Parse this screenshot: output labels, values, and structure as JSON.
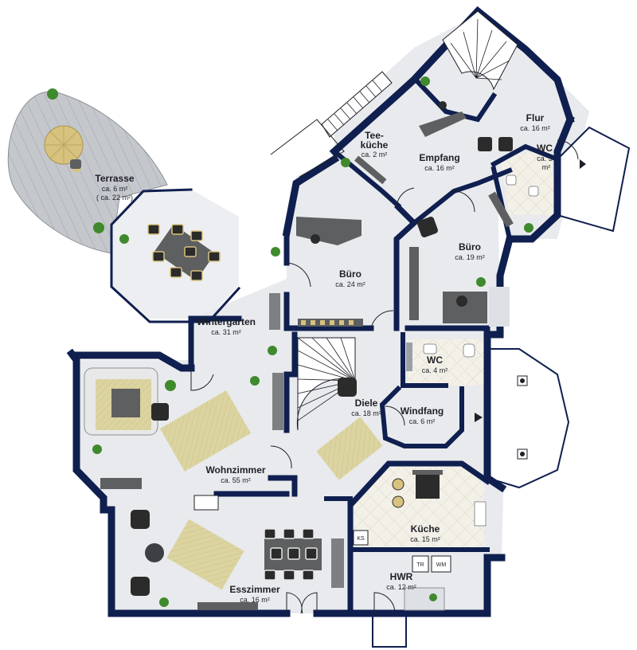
{
  "rooms": {
    "terrasse": {
      "name": "Terrasse",
      "area1": "ca. 6 m²",
      "area2": "( ca. 22 m²)"
    },
    "wintergarten": {
      "name": "Wintergarten",
      "area": "ca. 31 m²"
    },
    "buero_links": {
      "name": "Büro",
      "area": "ca. 24 m²"
    },
    "teekueche": {
      "name1": "Tee-",
      "name2": "küche",
      "area": "ca. 2 m²"
    },
    "empfang": {
      "name": "Empfang",
      "area": "ca. 16 m²"
    },
    "flur": {
      "name": "Flur",
      "area": "ca. 16 m²"
    },
    "wc_oben": {
      "name": "WC",
      "area1": "ca. 3",
      "area2": "m²"
    },
    "buero_rechts": {
      "name": "Büro",
      "area": "ca. 19 m²"
    },
    "wc_mitte": {
      "name": "WC",
      "area": "ca. 4 m²"
    },
    "diele": {
      "name": "Diele",
      "area": "ca. 18 m²"
    },
    "windfang": {
      "name": "Windfang",
      "area": "ca. 6 m²"
    },
    "wohnzimmer": {
      "name": "Wohnzimmer",
      "area": "ca. 55 m²"
    },
    "kueche": {
      "name": "Küche",
      "area": "ca. 15 m²"
    },
    "esszimmer": {
      "name": "Esszimmer",
      "area": "ca. 16 m²"
    },
    "hwr": {
      "name": "HWR",
      "area": "ca. 12 m²"
    }
  },
  "fixtures": {
    "ks": "KS",
    "tr": "TR",
    "wm": "WM"
  },
  "colors": {
    "wall": "#0f1f4f",
    "floor": "#e9ebee",
    "decking": "#b9bcc1",
    "rug": "#ddd6a3",
    "sofa": "#e8e8e8",
    "chair": "#2b2b2b",
    "table": "#5e5f60",
    "plant": "#3f8a2c",
    "tile": "#f1eee6"
  }
}
